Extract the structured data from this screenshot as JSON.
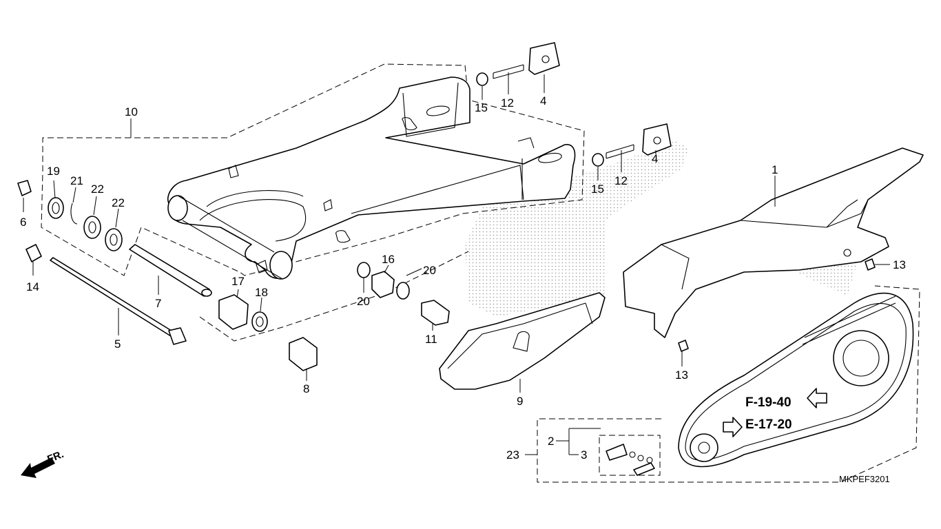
{
  "diagram": {
    "code": "MKPEF3201",
    "front_label": "FR.",
    "refs": {
      "chain_ref": "F-19-40",
      "sprocket_ref": "E-17-20"
    },
    "callouts": {
      "c1": "1",
      "c2": "2",
      "c3": "3",
      "c4a": "4",
      "c4b": "4",
      "c5": "5",
      "c6": "6",
      "c7": "7",
      "c8": "8",
      "c9": "9",
      "c10": "10",
      "c11": "11",
      "c12a": "12",
      "c12b": "12",
      "c13a": "13",
      "c13b": "13",
      "c14": "14",
      "c15a": "15",
      "c15b": "15",
      "c16": "16",
      "c17": "17",
      "c18": "18",
      "c19": "19",
      "c20a": "20",
      "c20b": "20",
      "c21": "21",
      "c22a": "22",
      "c22b": "22",
      "c23": "23"
    }
  }
}
